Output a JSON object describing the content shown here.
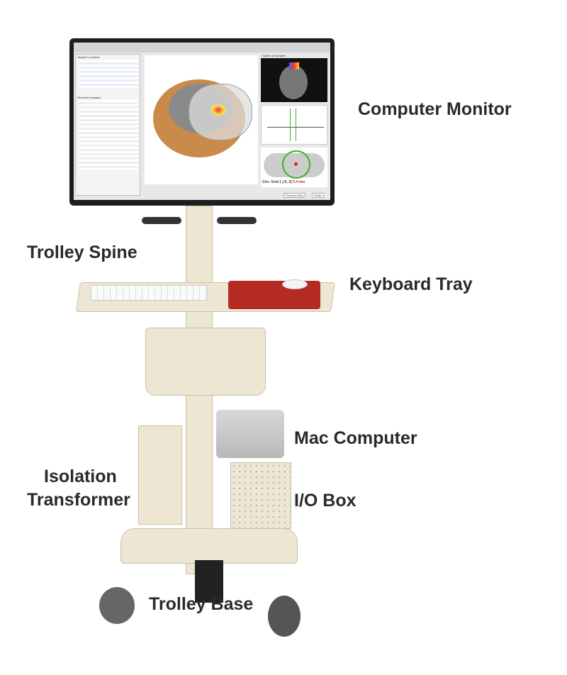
{
  "labels": {
    "computer_monitor": "Computer Monitor",
    "trolley_spine": "Trolley Spine",
    "keyboard_tray": "Keyboard Tray",
    "mac_computer": "Mac Computer",
    "isolation_transformer_line1": "Isolation",
    "isolation_transformer_line2": "Transformer",
    "io_box": "I/O Box",
    "trolley_base": "Trolley Base"
  },
  "screen": {
    "targets_title": "Targets to sample",
    "recorded_title": "Recorded samples",
    "view_title": "Outline & Samples",
    "readout": "Circ. Grid 1 (-5, 2)",
    "readout_distance": "5.4 mm",
    "previous_step": "Previous Step",
    "finish": "Finish"
  },
  "colors": {
    "label_text": "#2a2a2a",
    "trolley": "#ece6d3",
    "brain_orange": "#c98a4a",
    "grid_green": "#3fae2a",
    "readout_red": "#e02020"
  }
}
